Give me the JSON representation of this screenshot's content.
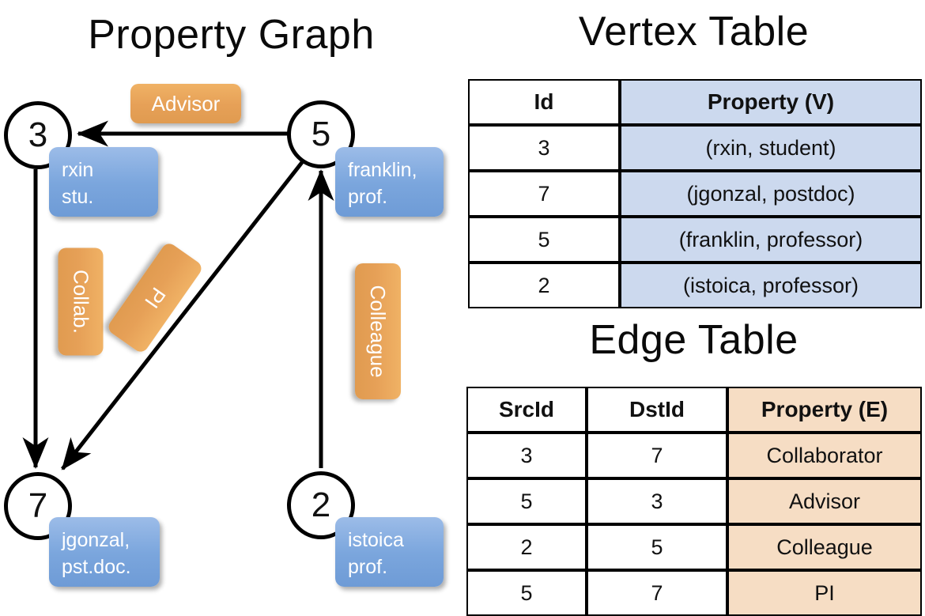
{
  "titles": {
    "property_graph": "Property Graph",
    "vertex_table": "Vertex Table",
    "edge_table": "Edge Table"
  },
  "colors": {
    "vertex_property_fill": "#ccd9ee",
    "edge_property_fill": "#f6ddc4",
    "node_box_blue": "#7ba6dd",
    "edge_label_orange": "#e6a057",
    "stroke": "#000000",
    "background": "#ffffff"
  },
  "graph": {
    "nodes": [
      {
        "id": "3",
        "label_line1": "rxin",
        "label_line2": "stu."
      },
      {
        "id": "5",
        "label_line1": "franklin,",
        "label_line2": "prof."
      },
      {
        "id": "7",
        "label_line1": "jgonzal,",
        "label_line2": "pst.doc."
      },
      {
        "id": "2",
        "label_line1": "istoica",
        "label_line2": "prof."
      }
    ],
    "edge_labels": [
      {
        "name": "advisor",
        "text": "Advisor"
      },
      {
        "name": "collab",
        "text": "Collab."
      },
      {
        "name": "pi",
        "text": "PI"
      },
      {
        "name": "colleague",
        "text": "Colleague"
      }
    ],
    "edges": [
      {
        "src": "5",
        "dst": "3",
        "label": "Advisor"
      },
      {
        "src": "3",
        "dst": "7",
        "label": "Collab."
      },
      {
        "src": "5",
        "dst": "7",
        "label": "PI"
      },
      {
        "src": "2",
        "dst": "5",
        "label": "Colleague"
      }
    ]
  },
  "vertex_table": {
    "headers": [
      "Id",
      "Property (V)"
    ],
    "rows": [
      {
        "id": "3",
        "property": "(rxin, student)"
      },
      {
        "id": "7",
        "property": "(jgonzal, postdoc)"
      },
      {
        "id": "5",
        "property": "(franklin, professor)"
      },
      {
        "id": "2",
        "property": "(istoica, professor)"
      }
    ]
  },
  "edge_table": {
    "headers": [
      "SrcId",
      "DstId",
      "Property (E)"
    ],
    "rows": [
      {
        "src": "3",
        "dst": "7",
        "property": "Collaborator"
      },
      {
        "src": "5",
        "dst": "3",
        "property": "Advisor"
      },
      {
        "src": "2",
        "dst": "5",
        "property": "Colleague"
      },
      {
        "src": "5",
        "dst": "7",
        "property": "PI"
      }
    ]
  }
}
